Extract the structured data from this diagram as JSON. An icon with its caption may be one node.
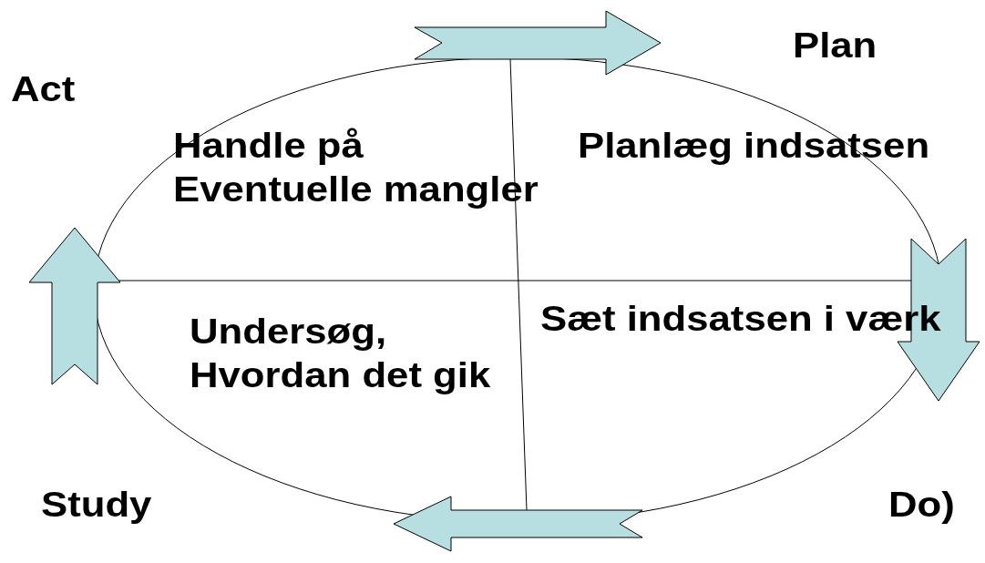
{
  "diagram": {
    "labels": [
      "Plan",
      "Act",
      "Handle på Eventuelle mangler",
      "Planlæg indsatsen",
      "Sæt indsatsen i værk",
      "Undersøg, Hvordan det gik",
      "Study",
      "**Do**)"
    ]
  }
}
